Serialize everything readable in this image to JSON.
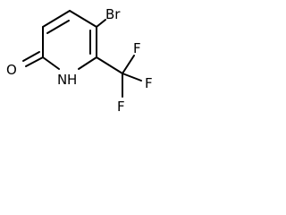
{
  "molecule": {
    "atoms": {
      "bromine": "Br",
      "oxygen": "O",
      "nitrogen": "N",
      "hydrogen": "H",
      "fluorine_top": "F",
      "fluorine_right": "F",
      "fluorine_bottom": "F"
    }
  },
  "colors": {
    "ink": "#000000",
    "background": "#ffffff"
  }
}
